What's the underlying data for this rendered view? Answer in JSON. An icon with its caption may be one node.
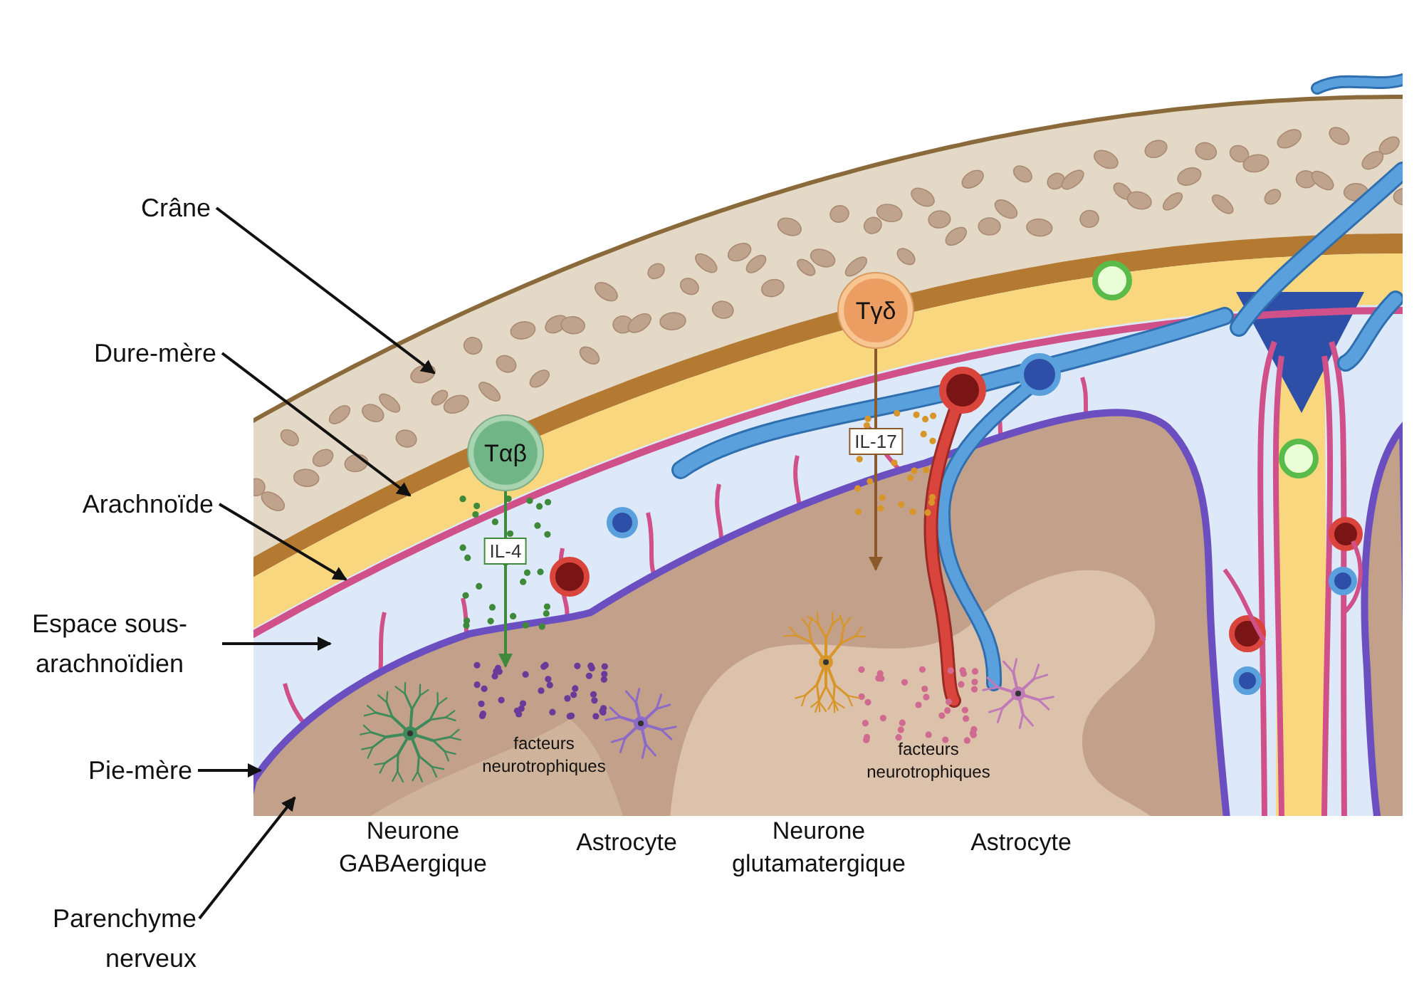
{
  "diagram": {
    "nodes": [
      {
        "text": [
          "Crâne"
        ]
      },
      {
        "text": [
          "Dure-mère"
        ]
      },
      {
        "text": [
          "Arachnoïde"
        ]
      },
      {
        "text": [
          "Espace sous-arachnoïdien"
        ]
      },
      {
        "text": [
          "Pie-mère"
        ]
      },
      {
        "text": [
          "Parenchyme nerveux"
        ]
      },
      {
        "text": [
          "Tαβ"
        ]
      },
      {
        "text": [
          "Tγδ"
        ]
      }
    ],
    "edges": [
      {
        "from": 0,
        "to": null,
        "arrow": "to"
      },
      {
        "from": 1,
        "to": null,
        "arrow": "to"
      },
      {
        "from": 2,
        "to": null,
        "arrow": "to"
      },
      {
        "from": 3,
        "to": null,
        "arrow": "to"
      },
      {
        "from": 4,
        "to": null,
        "arrow": "to"
      },
      {
        "from": 5,
        "to": null,
        "arrow": "to"
      },
      {
        "from": 6,
        "to": null,
        "arrow": "to",
        "label": "IL-4",
        "color": "#3f8a3a"
      },
      {
        "from": 7,
        "to": null,
        "arrow": "to",
        "label": "IL-17",
        "color": "#8a5a2b"
      }
    ],
    "labels": [
      "facteurs neurotrophiques",
      "facteurs neurotrophiques",
      "Neurone GABAergique",
      "Astrocyte",
      "Neurone glutamatergique",
      "Astrocyte"
    ]
  }
}
